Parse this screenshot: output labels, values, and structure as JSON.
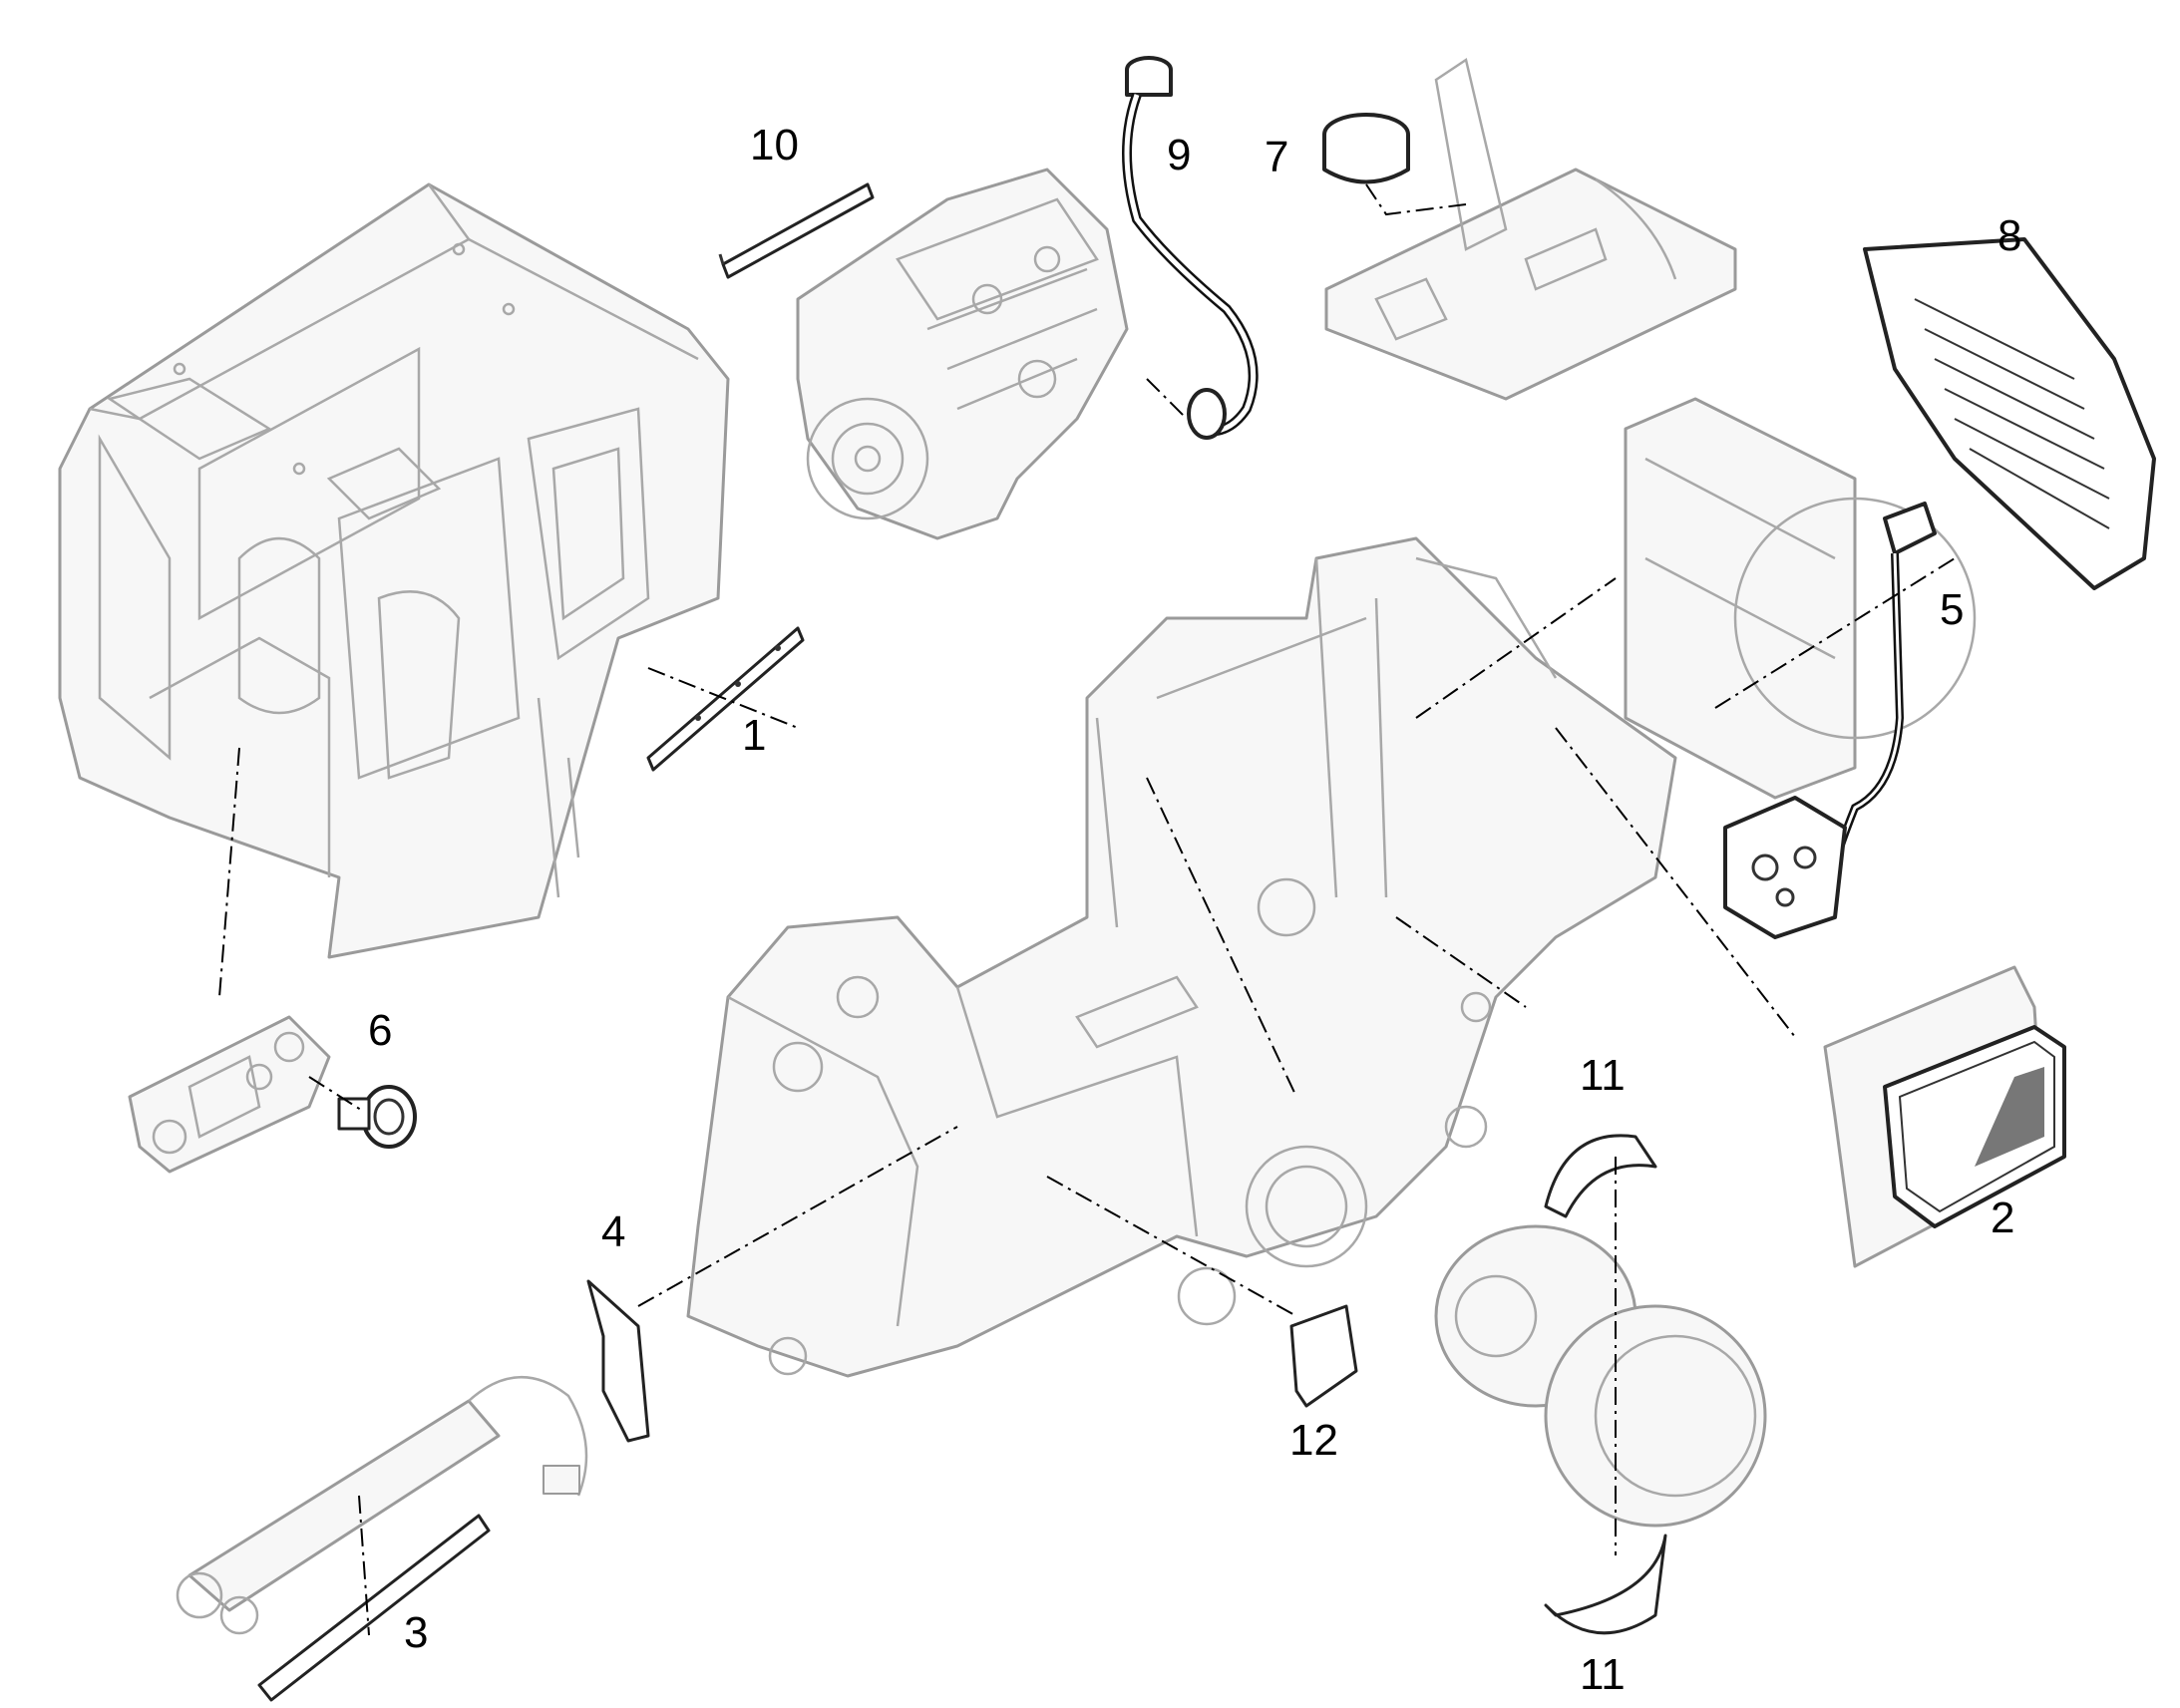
{
  "labels": {
    "l1": "1",
    "l2": "2",
    "l3": "3",
    "l4": "4",
    "l5": "5",
    "l6": "6",
    "l7": "7",
    "l8": "8",
    "l9": "9",
    "l10": "10",
    "l11_top": "11",
    "l11_bottom": "11",
    "l12": "12"
  }
}
